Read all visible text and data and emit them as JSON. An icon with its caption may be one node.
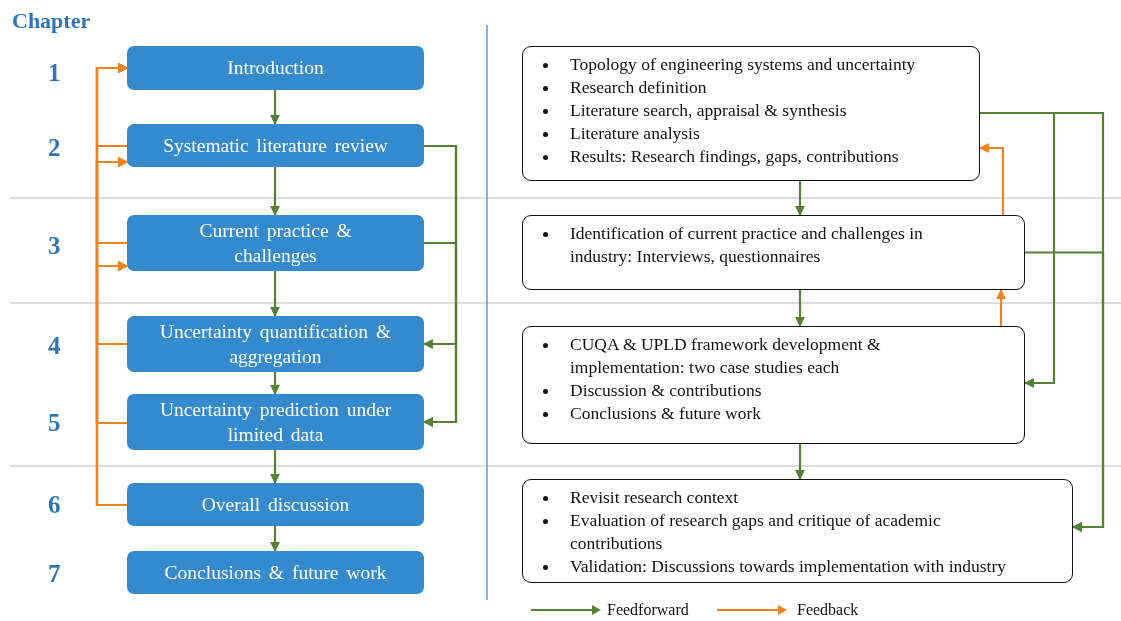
{
  "diagram": {
    "nodes": [
      {
        "text": [
          "Introduction"
        ]
      },
      {
        "text": [
          "Systematic literature review"
        ]
      },
      {
        "text": [
          "Current practice & challenges"
        ]
      },
      {
        "text": [
          "Uncertainty quantification & aggregation"
        ]
      },
      {
        "text": [
          "Uncertainty prediction under limited data"
        ]
      },
      {
        "text": [
          "Overall discussion"
        ]
      },
      {
        "text": [
          "Conclusions & future work"
        ]
      },
      {
        "text": [
          "Topology of engineering systems and uncertainty",
          "Research definition",
          "Literature search, appraisal & synthesis",
          "Literature analysis",
          "Results: Research findings, gaps, contributions"
        ]
      },
      {
        "text": [
          "Identification of current practice and challenges in industry: Interviews, questionnaires"
        ]
      },
      {
        "text": [
          "CUQA & UPLD framework development & implementation: two case studies each",
          "Discussion & contributions",
          "Conclusions & future work"
        ]
      },
      {
        "text": [
          "Revisit research context",
          "Evaluation of research gaps and critique of academic contributions",
          "Validation: Discussions towards implementation with industry"
        ]
      }
    ],
    "edges": [
      {
        "from": 0,
        "to": 1,
        "arrow": "to"
      },
      {
        "from": 1,
        "to": 2,
        "arrow": "to"
      },
      {
        "from": 2,
        "to": 3,
        "arrow": "to"
      },
      {
        "from": 3,
        "to": 4,
        "arrow": "to"
      },
      {
        "from": 4,
        "to": 5,
        "arrow": "to"
      },
      {
        "from": 5,
        "to": 6,
        "arrow": "to"
      },
      {
        "from": 1,
        "to": 3,
        "arrow": "to"
      },
      {
        "from": 1,
        "to": 4,
        "arrow": "to"
      },
      {
        "from": 2,
        "to": 4,
        "arrow": "to"
      },
      {
        "from": 7,
        "to": 8,
        "arrow": "to"
      },
      {
        "from": 8,
        "to": 9,
        "arrow": "to"
      },
      {
        "from": 9,
        "to": 10,
        "arrow": "to"
      },
      {
        "from": 7,
        "to": 9,
        "arrow": "to"
      },
      {
        "from": 7,
        "to": 10,
        "arrow": "to"
      },
      {
        "from": 8,
        "to": 10,
        "arrow": "to"
      },
      {
        "from": 1,
        "to": 0,
        "arrow": "to",
        "color": "#f0821e"
      },
      {
        "from": 2,
        "to": 0,
        "arrow": "to",
        "color": "#f0821e"
      },
      {
        "from": 2,
        "to": 1,
        "arrow": "to",
        "color": "#f0821e"
      },
      {
        "from": 3,
        "to": 0,
        "arrow": "to",
        "color": "#f0821e"
      },
      {
        "from": 3,
        "to": 1,
        "arrow": "to",
        "color": "#f0821e"
      },
      {
        "from": 3,
        "to": 2,
        "arrow": "to",
        "color": "#f0821e"
      },
      {
        "from": 4,
        "to": 0,
        "arrow": "to",
        "color": "#f0821e"
      },
      {
        "from": 4,
        "to": 1,
        "arrow": "to",
        "color": "#f0821e"
      },
      {
        "from": 4,
        "to": 2,
        "arrow": "to",
        "color": "#f0821e"
      },
      {
        "from": 5,
        "to": 0,
        "arrow": "to",
        "color": "#f0821e"
      },
      {
        "from": 5,
        "to": 1,
        "arrow": "to",
        "color": "#f0821e"
      },
      {
        "from": 5,
        "to": 2,
        "arrow": "to",
        "color": "#f0821e"
      },
      {
        "from": 8,
        "to": 7,
        "arrow": "to",
        "color": "#f0821e"
      },
      {
        "from": 9,
        "to": 8,
        "arrow": "to",
        "color": "#f0821e"
      }
    ],
    "labels": [
      "Chapter",
      "1",
      "2",
      "3",
      "4",
      "5",
      "6",
      "7"
    ],
    "legend": [
      {
        "text": "Feedforward",
        "color": "#548235"
      },
      {
        "text": "Feedback",
        "color": "#f0821e"
      }
    ]
  }
}
